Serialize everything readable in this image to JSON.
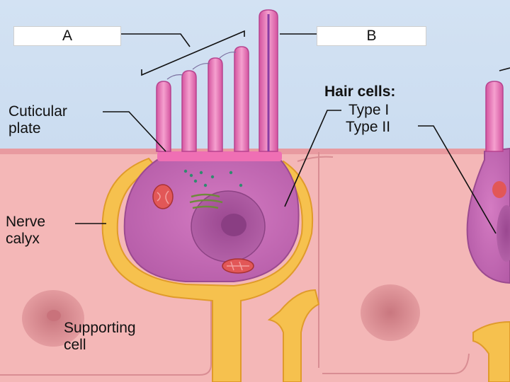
{
  "labels": {
    "box_a": "A",
    "box_b": "B",
    "hair_cells_heading": "Hair cells:",
    "type_i": "Type I",
    "type_ii": "Type II",
    "cuticular_plate_line1": "Cuticular",
    "cuticular_plate_line2": "plate",
    "nerve_calyx_line1": "Nerve",
    "nerve_calyx_line2": "calyx",
    "supporting_cell_line1": "Supporting",
    "supporting_cell_line2": "cell"
  },
  "colors": {
    "background_fluid": "#c7d9ef",
    "supporting_tissue": "#f2b3b4",
    "hair_cell": "#c96bb5",
    "stereocilia": "#e86bb3",
    "nerve_calyx": "#f7c24f",
    "nucleus": "#a9569d",
    "mitochondria": "#e05a5a"
  }
}
